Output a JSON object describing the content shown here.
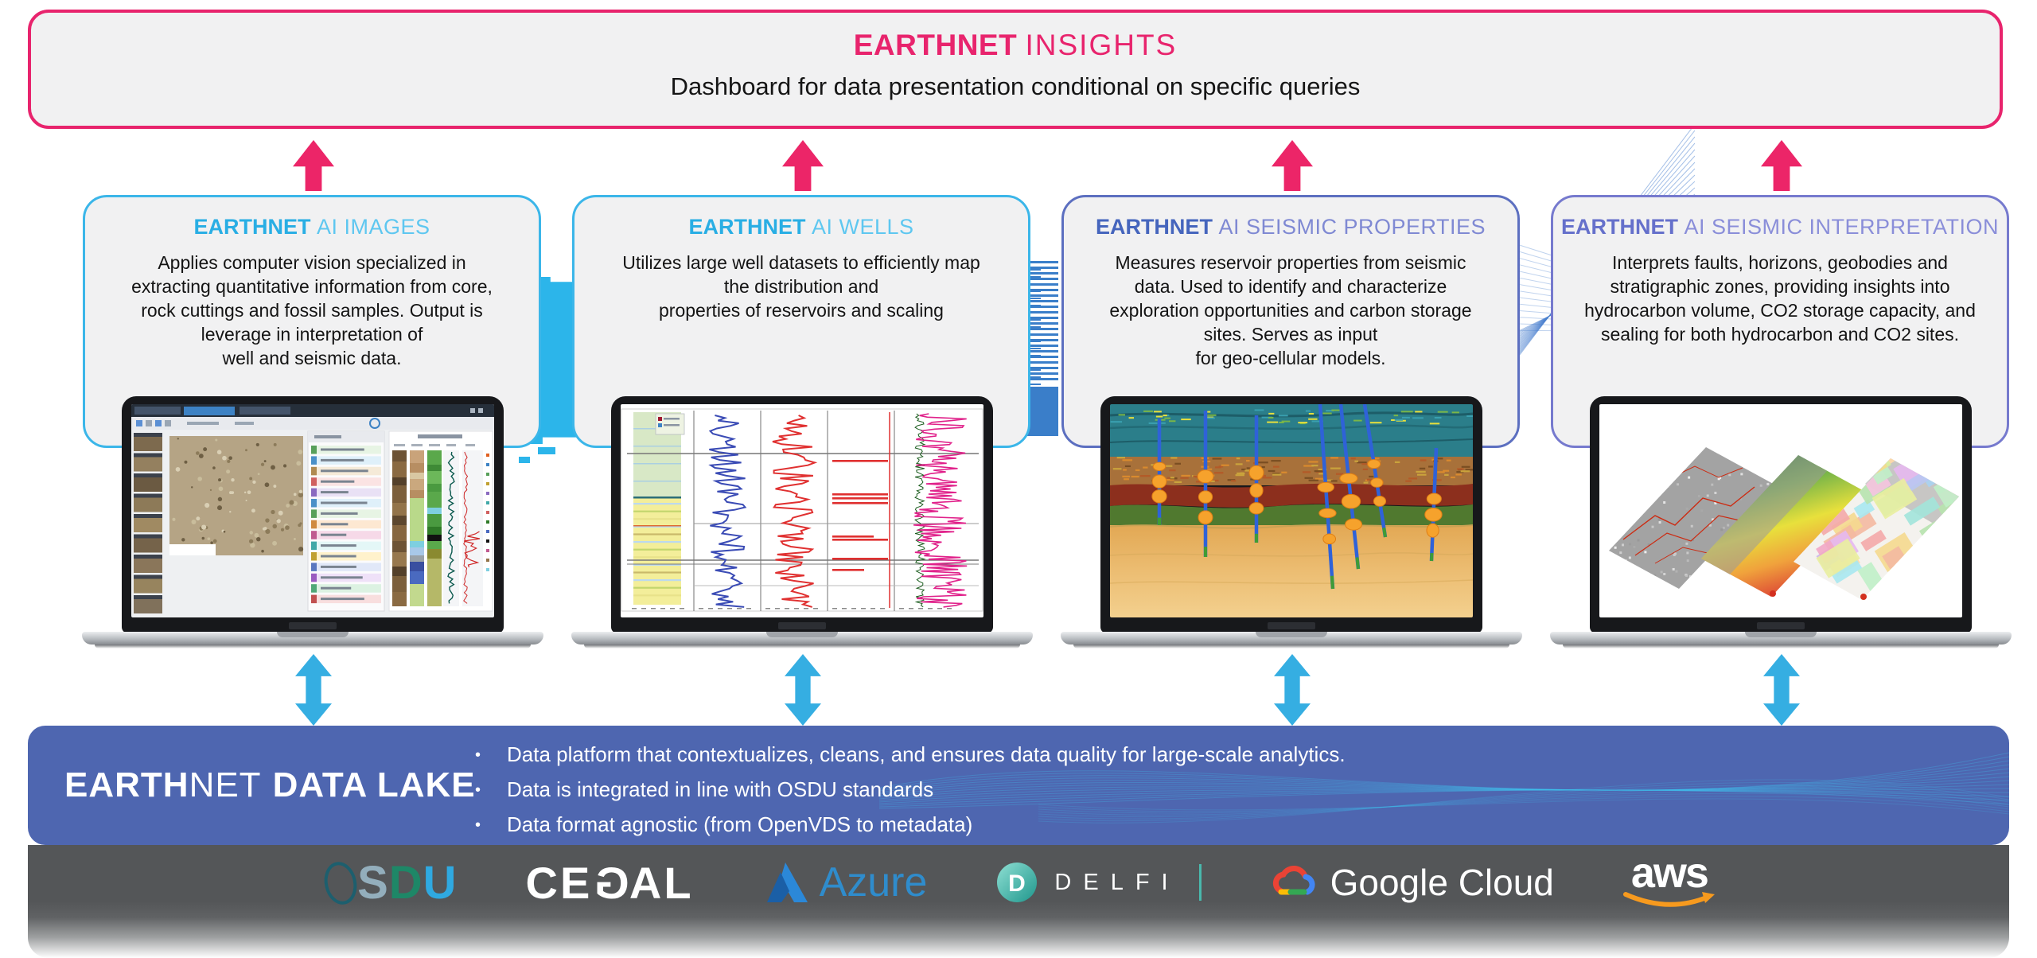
{
  "colors": {
    "pink_accent": "#ec2568",
    "cyan_accent": "#2cb5ea",
    "indigo_accent": "#5c6fc0",
    "lake_blue": "#4e66b0",
    "footer_gray": "#545658",
    "aws_orange": "#f79a1e",
    "azure_blue": "#2f8ccc",
    "delfi_teal": "#49b8ac",
    "google_blue": "#4285f4"
  },
  "banner": {
    "title_bold": "EARTHNET",
    "title_light": "INSIGHTS",
    "subtitle": "Dashboard for data presentation conditional on specific queries"
  },
  "products": [
    {
      "brand": "EARTHNET",
      "name": "AI IMAGES",
      "description": "Applies computer vision specialized in\nextracting quantitative information from core,\nrock cuttings and fossil samples. Output is\nleverage in interpretation of\nwell and seismic data."
    },
    {
      "brand": "EARTHNET",
      "name": "AI WELLS",
      "description": "Utilizes large well datasets to efficiently map\nthe distribution and\nproperties of reservoirs and scaling"
    },
    {
      "brand": "EARTHNET",
      "name": "AI SEISMIC PROPERTIES",
      "description": "Measures reservoir properties from seismic\ndata. Used to identify and characterize\nexploration opportunities and carbon storage\nsites. Serves as input\nfor geo-cellular models."
    },
    {
      "brand": "EARTHNET",
      "name": "AI SEISMIC INTERPRETATION",
      "description": "Interprets faults, horizons, geobodies and\nstratigraphic zones, providing insights into\nhydrocarbon volume, CO2 storage capacity, and\nsealing for both hydrocarbon and CO2 sites."
    }
  ],
  "data_lake": {
    "label_bold": "EARTH",
    "label_light": "NET",
    "label_bold2": "DATA LAKE",
    "bullet_char": "•",
    "bullets": [
      "Data platform that contextualizes, cleans, and ensures data quality for large-scale analytics.",
      "Data is integrated in line with OSDU standards",
      "Data format agnostic (from OpenVDS to metadata)"
    ]
  },
  "footer": {
    "osdu": {
      "o": "O",
      "s": "S",
      "d": "D",
      "u": "U"
    },
    "cegal": {
      "pre": "CE",
      "g": "G",
      "post": "AL"
    },
    "azure": {
      "label": "Azure"
    },
    "delfi": {
      "label": "DELFI"
    },
    "google": {
      "label": "Google Cloud"
    },
    "aws": {
      "label": "aws"
    }
  }
}
